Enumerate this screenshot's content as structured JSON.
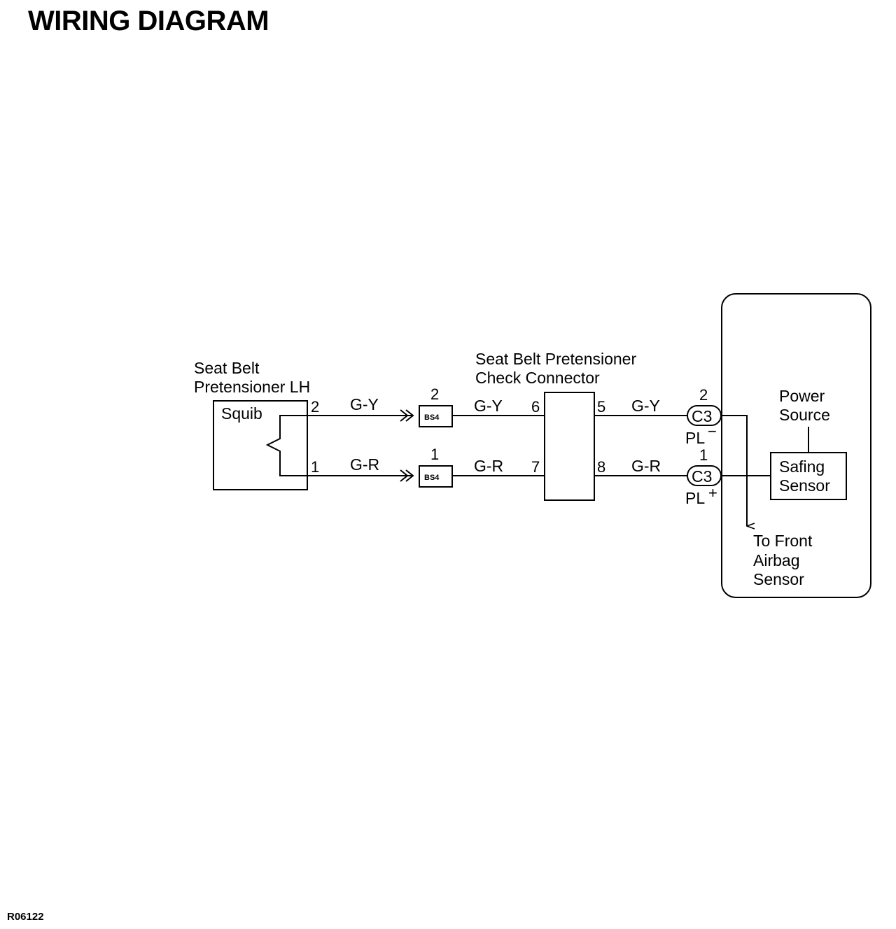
{
  "title": "WIRING DIAGRAM",
  "figure_code": "R06122",
  "pretensioner": {
    "label_line1": "Seat Belt",
    "label_line2": "Pretensioner LH",
    "inner_label": "Squib",
    "pin_top": "2",
    "pin_bottom": "1"
  },
  "wires": {
    "top_left": "G-Y",
    "bottom_left": "G-R",
    "top_mid": "G-Y",
    "bottom_mid": "G-R",
    "top_right": "G-Y",
    "bottom_right": "G-R"
  },
  "junction": {
    "top_pin": "2",
    "top_tag": "BS4",
    "bottom_pin": "1",
    "bottom_tag": "BS4"
  },
  "check_connector": {
    "label_line1": "Seat Belt Pretensioner",
    "label_line2": "Check Connector",
    "pin_left_top": "6",
    "pin_left_bottom": "7",
    "pin_right_top": "5",
    "pin_right_bottom": "8"
  },
  "ecu_connector": {
    "top_pin": "2",
    "top_code": "C3",
    "top_terminal": "PL",
    "top_sign": "−",
    "bottom_pin": "1",
    "bottom_code": "C3",
    "bottom_terminal": "PL",
    "bottom_sign": "+"
  },
  "ecu": {
    "power_line1": "Power",
    "power_line2": "Source",
    "safing_line1": "Safing",
    "safing_line2": "Sensor",
    "to_line1": "To Front",
    "to_line2": "Airbag",
    "to_line3": "Sensor"
  }
}
